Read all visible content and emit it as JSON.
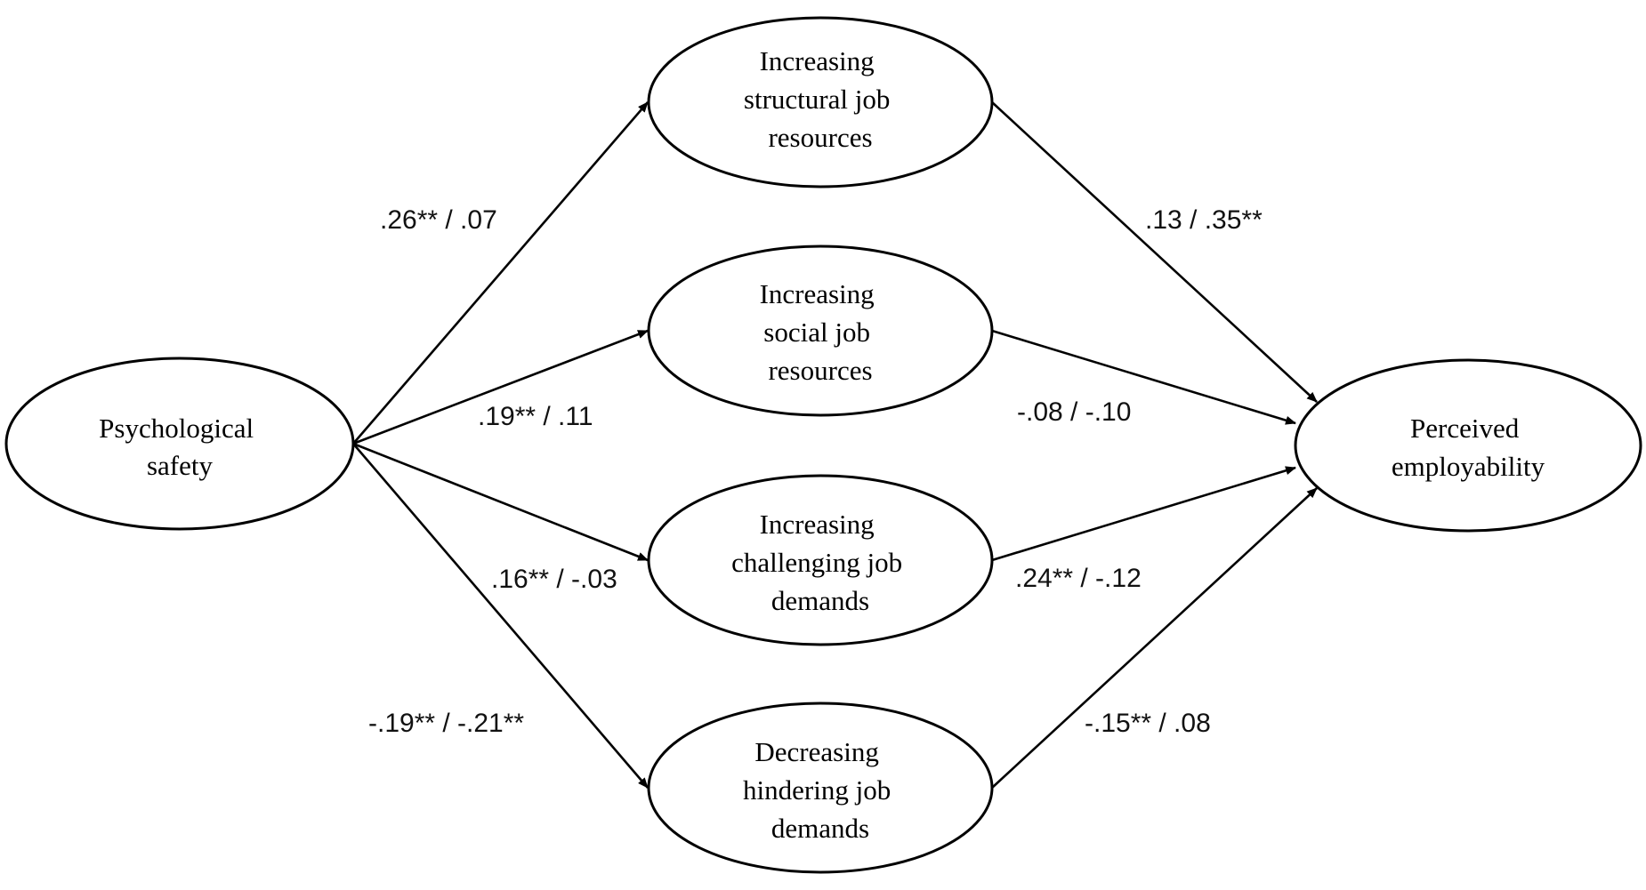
{
  "nodes": {
    "psych_safety": {
      "lines": [
        "Psychological",
        "safety"
      ]
    },
    "structural": {
      "lines": [
        "Increasing",
        "structural job",
        "resources"
      ]
    },
    "social": {
      "lines": [
        "Increasing",
        "social job",
        "resources"
      ]
    },
    "challenging": {
      "lines": [
        "Increasing",
        "challenging job",
        "demands"
      ]
    },
    "hindering": {
      "lines": [
        "Decreasing",
        "hindering job",
        "demands"
      ]
    },
    "employability": {
      "lines": [
        "Perceived",
        "employability"
      ]
    }
  },
  "edges": {
    "ps_structural": {
      "from": "psych_safety",
      "to": "structural",
      "label": ".26** / .07"
    },
    "ps_social": {
      "from": "psych_safety",
      "to": "social",
      "label": ".19** / .11"
    },
    "ps_challenging": {
      "from": "psych_safety",
      "to": "challenging",
      "label": ".16** / -.03"
    },
    "ps_hindering": {
      "from": "psych_safety",
      "to": "hindering",
      "label": "-.19** / -.21**"
    },
    "structural_pe": {
      "from": "structural",
      "to": "employability",
      "label": ".13 / .35**"
    },
    "social_pe": {
      "from": "social",
      "to": "employability",
      "label": "-.08 / -.10"
    },
    "challenging_pe": {
      "from": "challenging",
      "to": "employability",
      "label": ".24** / -.12"
    },
    "hindering_pe": {
      "from": "hindering",
      "to": "employability",
      "label": "-.15** / .08"
    }
  }
}
